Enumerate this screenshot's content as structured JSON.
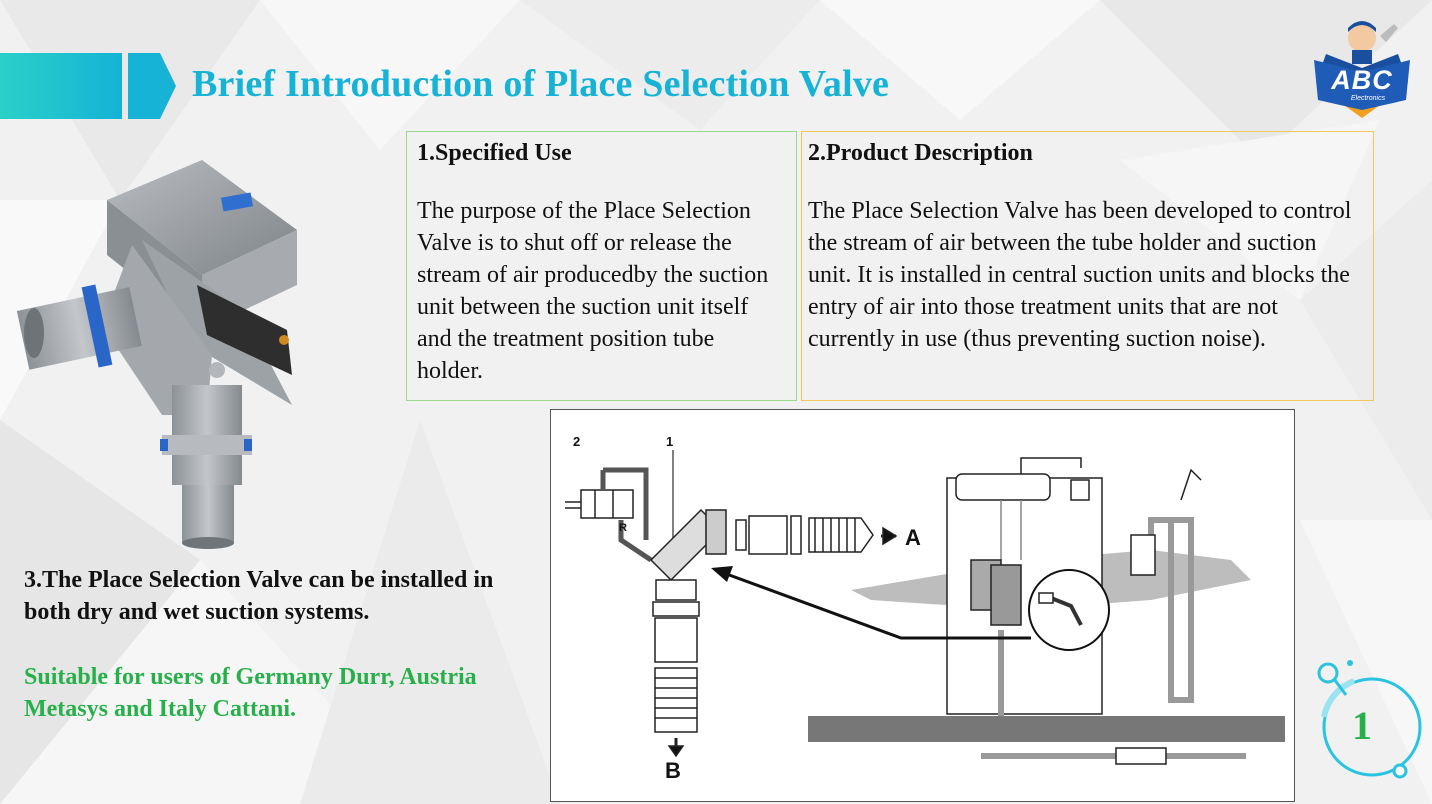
{
  "header": {
    "title": "Brief Introduction of Place Selection Valve"
  },
  "logo": {
    "text": "ABC",
    "subtext": "Electronics"
  },
  "box_specified_use": {
    "heading": "1.Specified Use",
    "body": "The purpose of the Place Selection Valve is to shut off or release the stream of air producedby the suction unit between the suction unit itself and the treatment position tube holder."
  },
  "box_product_description": {
    "heading": "2.Product Description",
    "body": "The Place Selection Valve has been developed to control the stream of air between the tube holder and suction unit. It is installed in central suction units and blocks the entry of air into those treatment units that are not currently in use (thus preventing suction noise)."
  },
  "note": "3.The Place Selection Valve can be installed in both dry and wet suction systems.",
  "suitable": "Suitable for users of Germany Durr, Austria Metasys and Italy Cattani.",
  "diagram": {
    "label_1": "1",
    "label_2": "2",
    "label_r": "R",
    "label_a": "A",
    "label_b": "B"
  },
  "page_number": "1",
  "colors": {
    "title": "#17b3d6",
    "accent_green": "#27b04a",
    "box1_border": "#9bd88f",
    "box2_border": "#f0c95a"
  }
}
